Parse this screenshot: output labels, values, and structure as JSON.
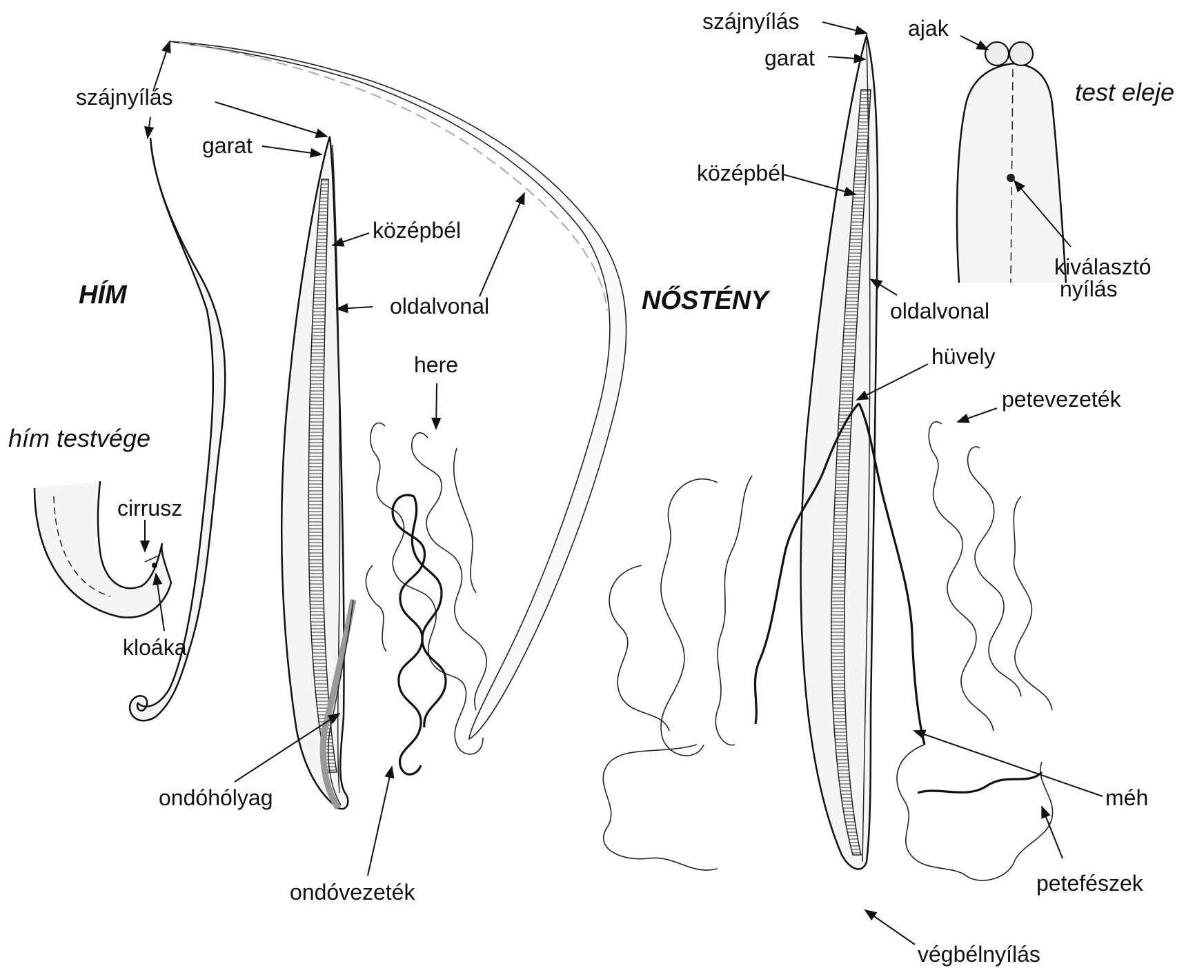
{
  "sections": {
    "male": "HÍM",
    "female": "NŐSTÉNY",
    "male_tail": "hím testvége",
    "female_head": "test eleje"
  },
  "labels": {
    "mouth_left": "szájnyílás",
    "pharynx_left": "garat",
    "midgut_left": "középbél",
    "lateral_line_left": "oldalvonal",
    "testis": "here",
    "seminal_vesicle": "ondóhólyag",
    "vas_deferens": "ondóvezeték",
    "cirrus": "cirrusz",
    "cloaca": "kloáka",
    "mouth_right": "szájnyílás",
    "pharynx_right": "garat",
    "midgut_right": "középbél",
    "lateral_line_right": "oldalvonal",
    "lips": "ajak",
    "excretory_pore_1": "kiválasztó",
    "excretory_pore_2": "nyílás",
    "vagina": "hüvely",
    "oviduct": "petevezeték",
    "uterus": "méh",
    "ovary": "petefészek",
    "anus": "végbélnyílás"
  }
}
